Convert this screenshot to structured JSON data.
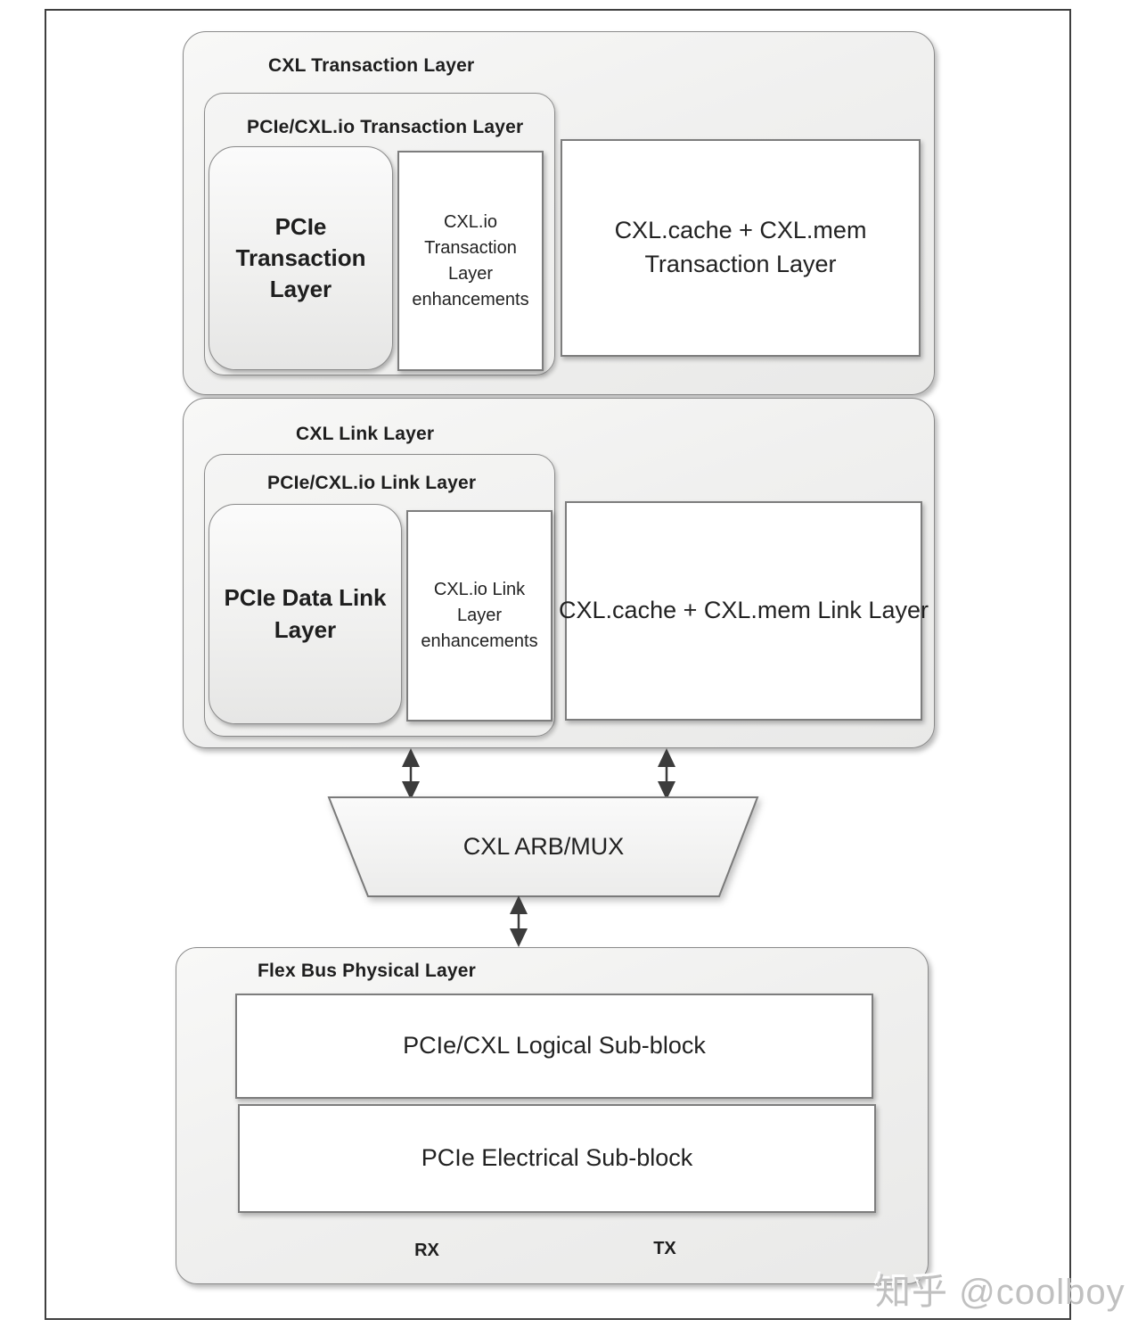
{
  "colors": {
    "frame_border": "#3f3f3f",
    "box_border": "#7d7d7d",
    "group_fill": "#f0f0ef",
    "white_fill": "#ffffff",
    "arrow": "#3c3c3c",
    "text": "#1e1e1e",
    "watermark": "#c0c0c0"
  },
  "transaction_layer": {
    "title": "CXL Transaction Layer",
    "pcie_cxlio": {
      "title": "PCIe/CXL.io Transaction Layer",
      "pcie_box": "PCIe Transaction Layer",
      "cxlio_box": "CXL.io Transaction Layer enhancements"
    },
    "cache_mem_box": "CXL.cache + CXL.mem Transaction Layer"
  },
  "link_layer": {
    "title": "CXL Link Layer",
    "pcie_cxlio": {
      "title": "PCIe/CXL.io Link Layer",
      "pcie_box": "PCIe Data Link Layer",
      "cxlio_box": "CXL.io Link Layer enhancements"
    },
    "cache_mem_box": "CXL.cache + CXL.mem Link Layer"
  },
  "arb_mux": {
    "label": "CXL ARB/MUX"
  },
  "physical_layer": {
    "title": "Flex Bus Physical Layer",
    "logical_box": "PCIe/CXL Logical Sub-block",
    "electrical_box": "PCIe Electrical Sub-block",
    "rx_label": "RX",
    "tx_label": "TX"
  },
  "watermark": {
    "text": "知乎 @coolboy"
  }
}
